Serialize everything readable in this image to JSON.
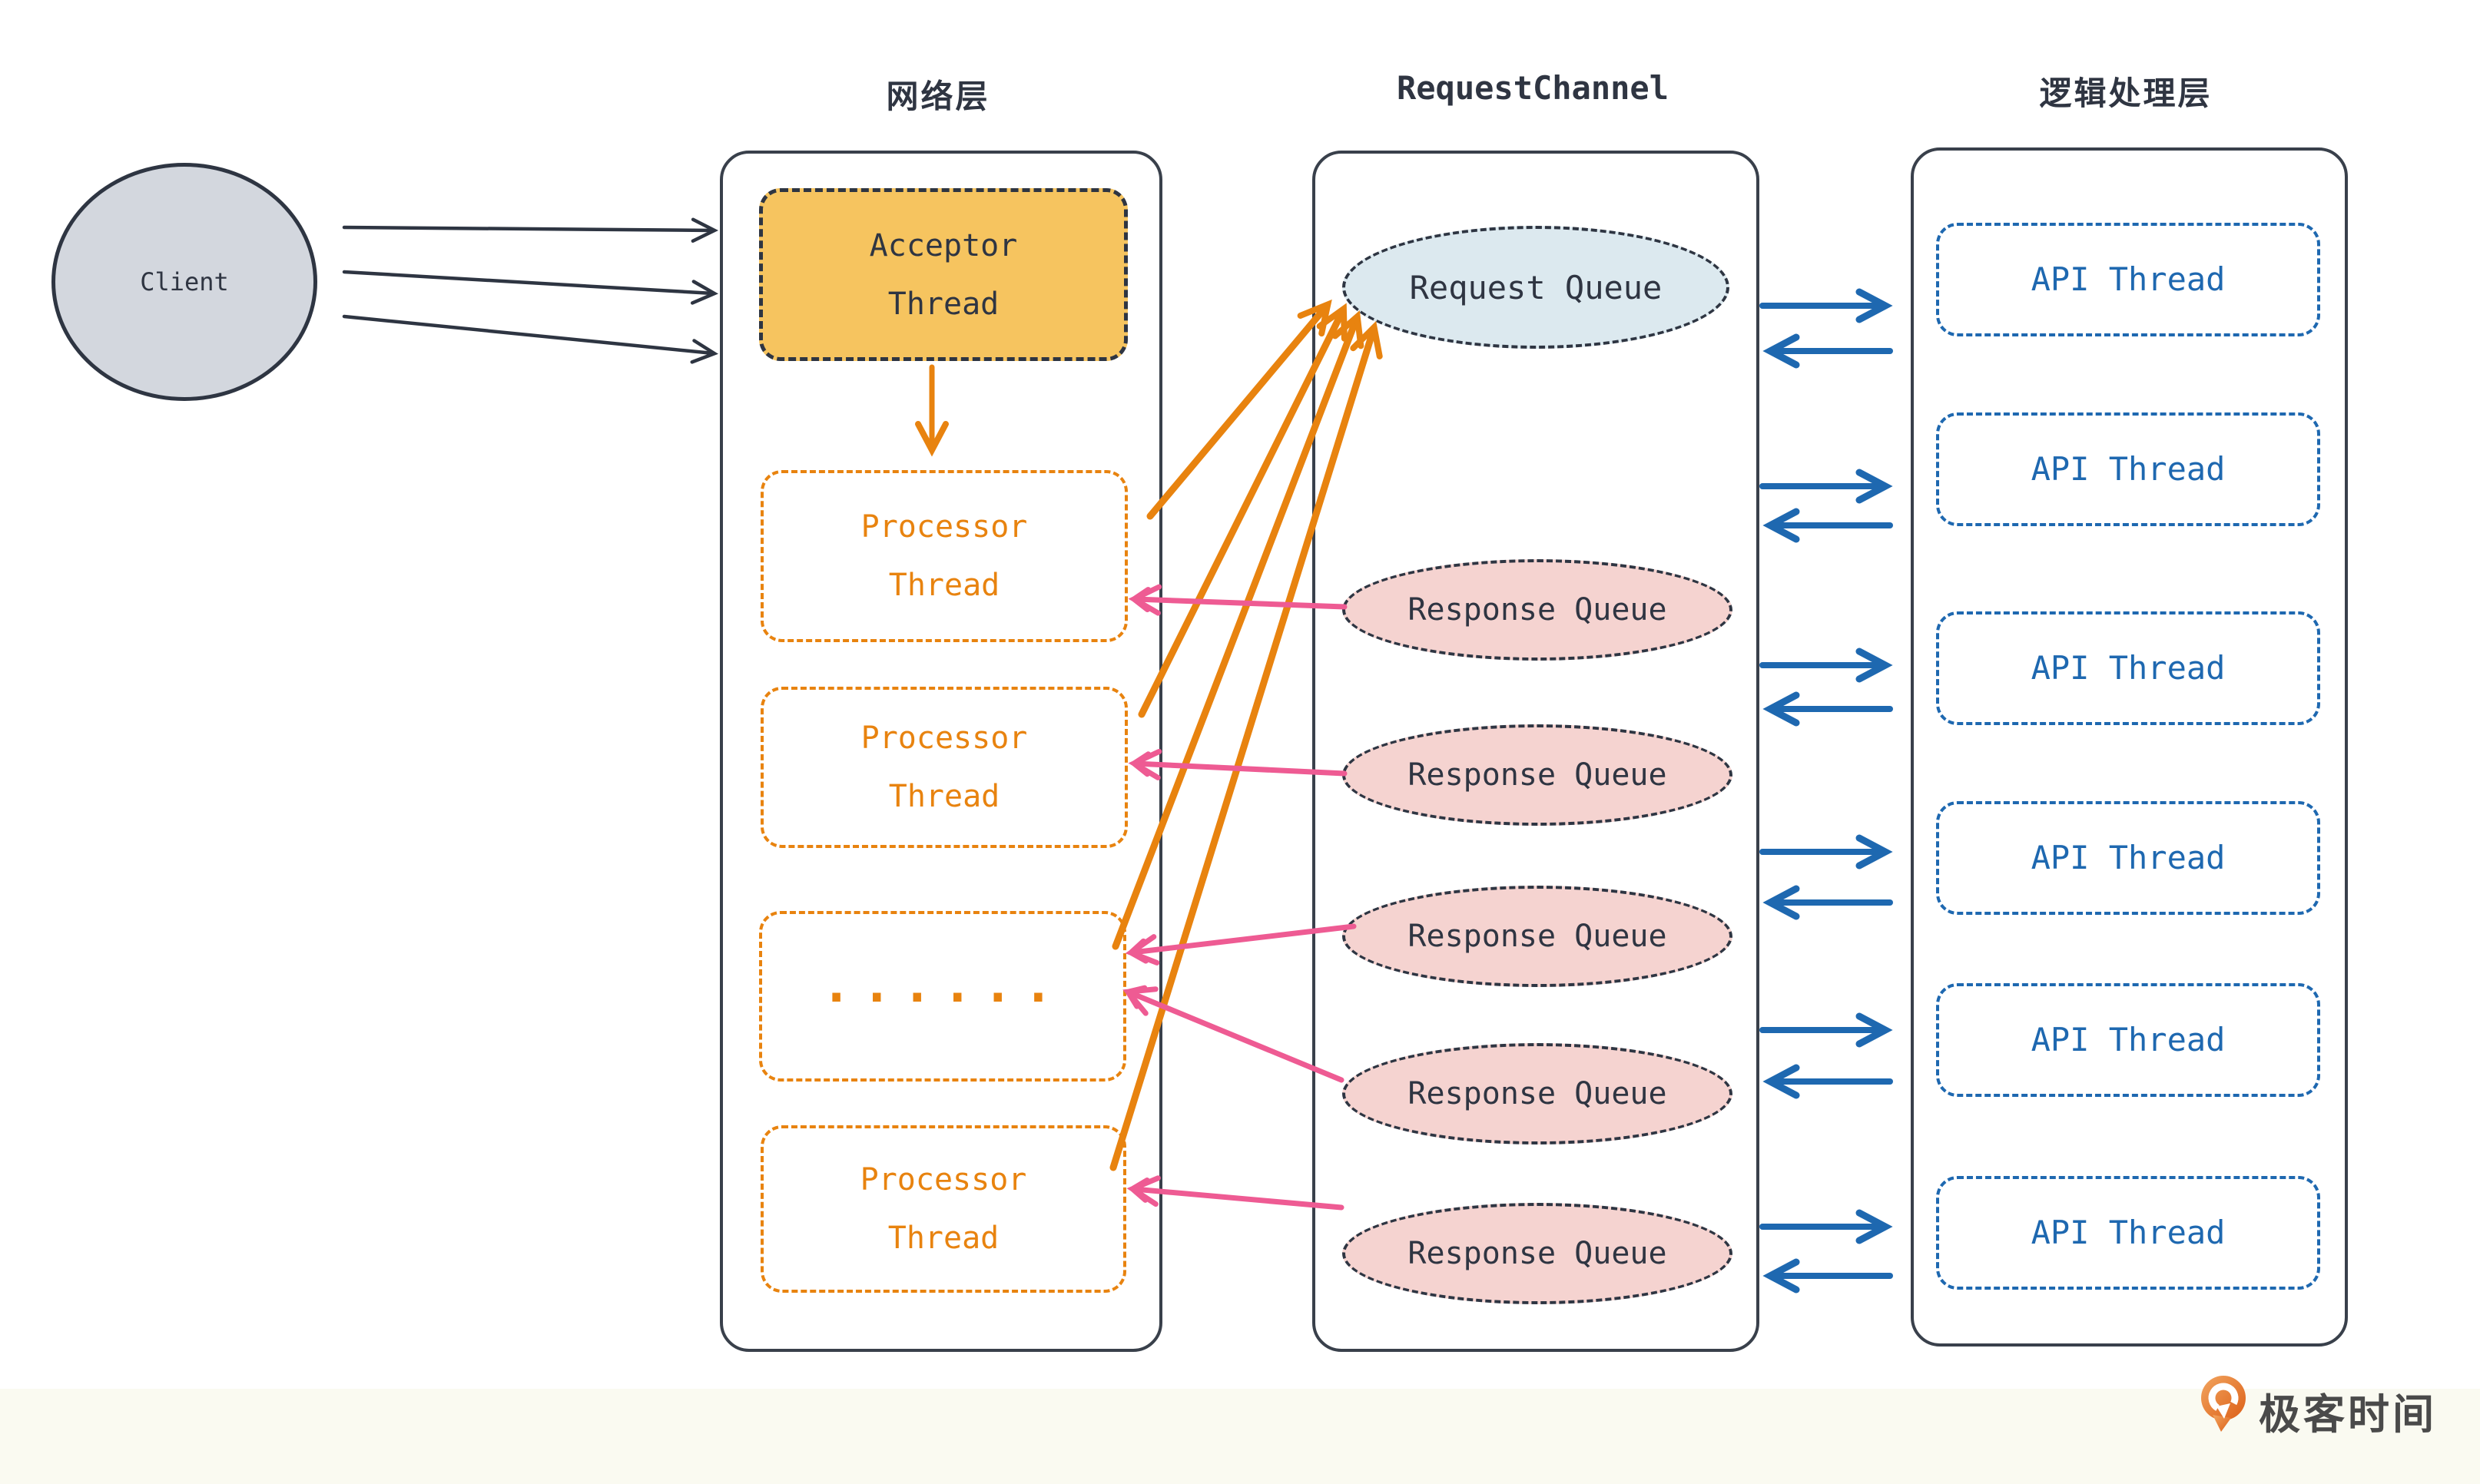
{
  "titles": {
    "network_layer": "网络层",
    "request_channel": "RequestChannel",
    "logic_layer": "逻辑处理层"
  },
  "client": {
    "label": "Client"
  },
  "network_column": {
    "acceptor": {
      "line1": "Acceptor",
      "line2": "Thread"
    },
    "processor_top": {
      "line1": "Processor",
      "line2": "Thread"
    },
    "processor_mid": {
      "line1": "Processor",
      "line2": "Thread"
    },
    "ellipsis": "......",
    "processor_bottom": {
      "line1": "Processor",
      "line2": "Thread"
    }
  },
  "channel_column": {
    "request_queue": "Request Queue",
    "response_queues": [
      "Response Queue",
      "Response Queue",
      "Response Queue",
      "Response Queue",
      "Response Queue"
    ]
  },
  "logic_column": {
    "api_threads": [
      "API Thread",
      "API Thread",
      "API Thread",
      "API Thread",
      "API Thread",
      "API Thread"
    ]
  },
  "footer": {
    "brand": "极客时间",
    "logo_icon": "geektime-logo"
  },
  "colors": {
    "dark": "#2f3542",
    "container_border": "#39404b",
    "orange": "#e8830f",
    "pink": "#ee5b93",
    "blue": "#1e68b0",
    "acceptor_fill": "#f6c45f",
    "request_queue_fill": "#dce9ef",
    "response_queue_fill": "#f5d3d0",
    "client_fill": "#d3d7de",
    "footer_strip": "#fafaf1",
    "brand_text": "#4a4a4a",
    "logo_orange": "#e87b2e"
  }
}
